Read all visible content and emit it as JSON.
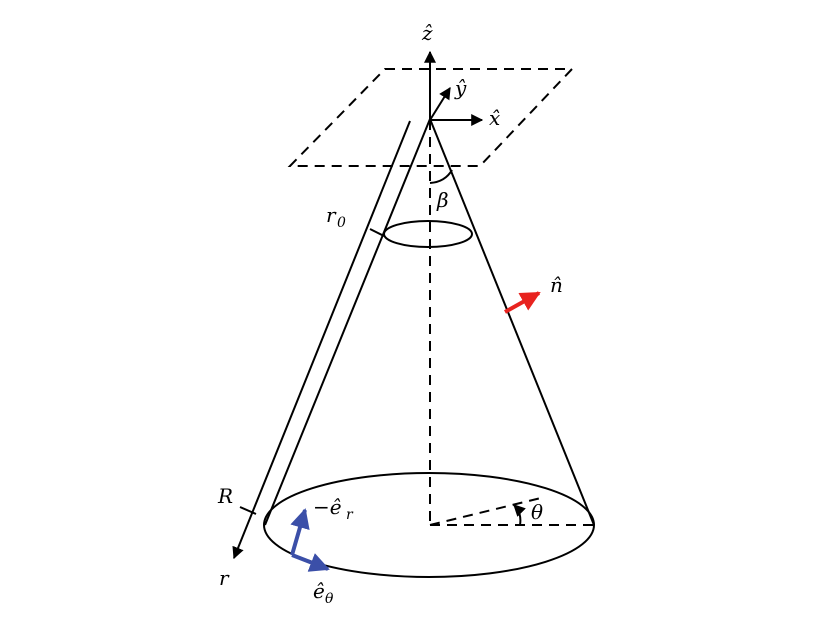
{
  "diagram": {
    "labels": {
      "z_hat": "ẑ",
      "y_hat": "ŷ",
      "x_hat": "x̂",
      "beta": "β",
      "r0": "r",
      "r0_sub": "0",
      "n_hat": "n̂",
      "R": "R",
      "r": "r",
      "minus_e_r": "−ê",
      "minus_e_r_sub": "r",
      "e_theta": "ê",
      "e_theta_sub": "θ",
      "theta": "θ"
    },
    "colors": {
      "normal_vector": "#e8231f",
      "basis_vectors": "#3b4fa8",
      "lines": "#000000"
    }
  }
}
